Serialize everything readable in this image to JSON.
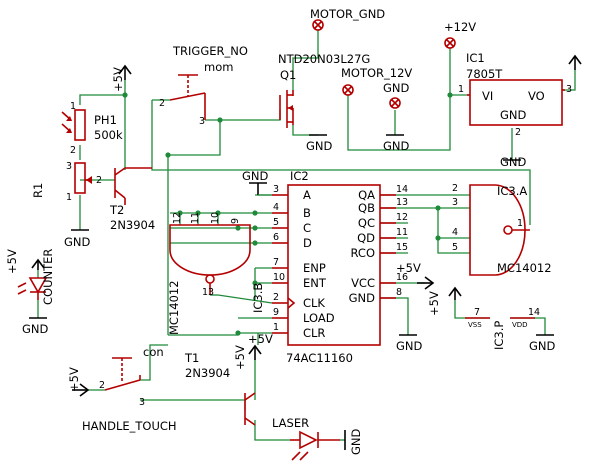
{
  "nets": {
    "motor_gnd": "MOTOR_GND",
    "plus12": "+12V",
    "motor_12": "MOTOR_12V",
    "gnd": "GND",
    "plus5": "+5V",
    "trigger": "TRIGGER_NO",
    "mom": "mom",
    "handle": "HANDLE_TOUCH",
    "con": "con",
    "counter": "COUNTER",
    "laser": "LASER",
    "vss": "VSS",
    "vdd": "VDD"
  },
  "components": {
    "q1_part": "NTD20N03L27G",
    "q1": "Q1",
    "ic1": "IC1",
    "ic1_part": "7805T",
    "ic1_vi": "VI",
    "ic1_vo": "VO",
    "ic1_gnd": "GND",
    "ph1": "PH1",
    "ph1_val": "500k",
    "r1": "R1",
    "t2": "T2",
    "t2_part": "2N3904",
    "t1": "T1",
    "t1_part": "2N3904",
    "ic2": "IC2",
    "ic2_part": "74AC11160",
    "ic3a": "IC3.A",
    "ic3a_part": "MC14012",
    "ic3b": "IC3.B",
    "ic3b_part": "MC14012",
    "ic3p": "IC3.P"
  },
  "ic2_pins_left": [
    {
      "num": "3",
      "name": "A"
    },
    {
      "num": "4",
      "name": "B"
    },
    {
      "num": "5",
      "name": "C"
    },
    {
      "num": "6",
      "name": "D"
    },
    {
      "num": "7",
      "name": "ENP"
    },
    {
      "num": "10",
      "name": "ENT"
    },
    {
      "num": "2",
      "name": "CLK"
    },
    {
      "num": "9",
      "name": "LOAD"
    },
    {
      "num": "1",
      "name": "CLR"
    }
  ],
  "ic2_pins_right": [
    {
      "num": "14",
      "name": "QA"
    },
    {
      "num": "13",
      "name": "QB"
    },
    {
      "num": "12",
      "name": "QC"
    },
    {
      "num": "11",
      "name": "QD"
    },
    {
      "num": "15",
      "name": "RCO"
    },
    {
      "num": "16",
      "name": "VCC"
    },
    {
      "num": "8",
      "name": "GND"
    }
  ],
  "pins": {
    "ic1_1": "1",
    "ic1_2": "2",
    "ic1_3": "3",
    "ph1_1": "1",
    "ph1_2": "2",
    "r1_1": "1",
    "r1_2": "2",
    "r1_3": "3",
    "trig_2": "2",
    "trig_3": "3",
    "con_2": "2",
    "con_3": "3",
    "ic3a_1": "1",
    "ic3a_2": "2",
    "ic3a_3": "3",
    "ic3a_4": "4",
    "ic3a_5": "5",
    "ic3b_12": "12",
    "ic3b_11": "11",
    "ic3b_10": "10",
    "ic3b_9": "9",
    "ic3b_13": "13",
    "ic3p_7": "7",
    "ic3p_14": "14"
  },
  "colors": {
    "wire": "#1f8a3a",
    "component": "#b40000",
    "text": "#000000"
  }
}
